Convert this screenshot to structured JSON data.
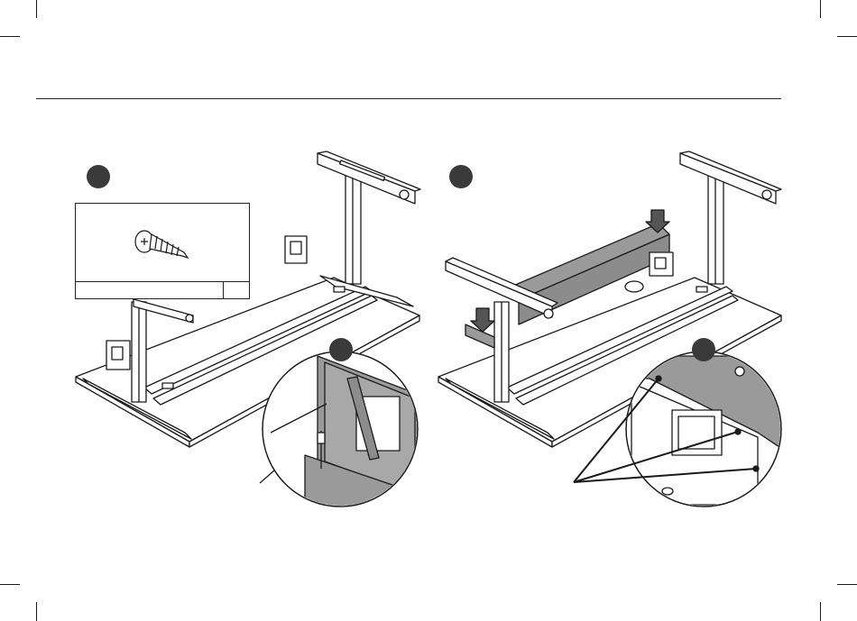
{
  "page": {
    "background": "#ffffff",
    "line_color": "#1a1a1a",
    "accent_gray": "#9a9a9a",
    "step_badge_color": "#3a3a3a"
  },
  "parts_box": {
    "part_icon": "pan-head-screw-icon",
    "part_label": "",
    "quantity": ""
  },
  "steps": [
    {
      "icon": "step-badge",
      "zoom_icon": "zoom-badge"
    },
    {
      "icon": "step-badge",
      "zoom_icon": "zoom-badge"
    }
  ]
}
